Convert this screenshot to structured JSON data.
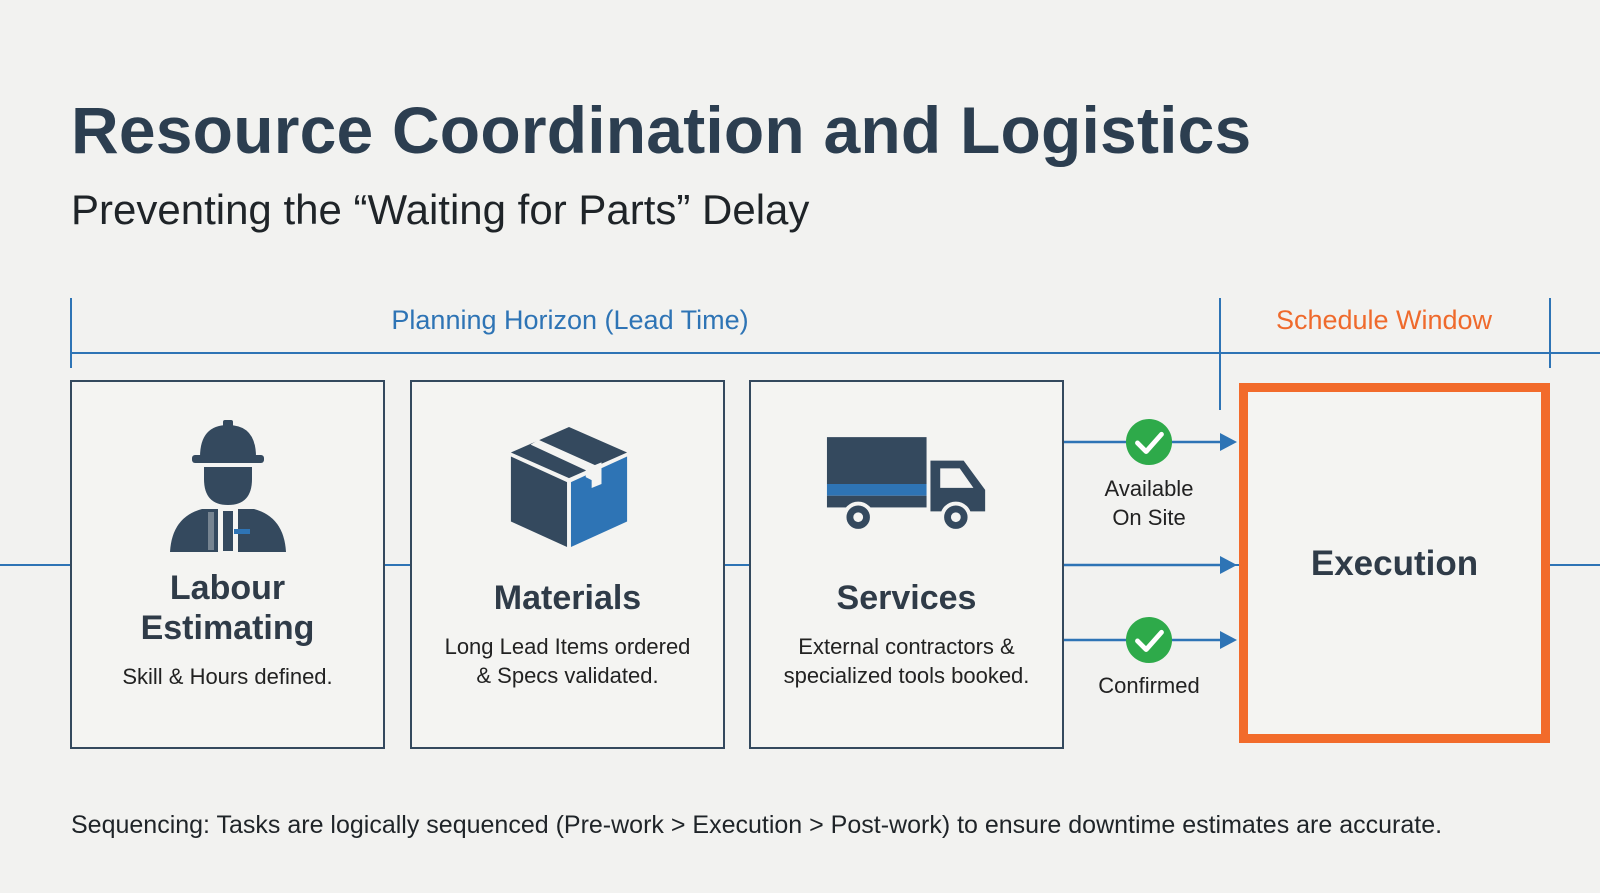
{
  "title": "Resource Coordination and Logistics",
  "subtitle": "Preventing the “Waiting for Parts” Delay",
  "phases": {
    "planning": "Planning Horizon (Lead Time)",
    "schedule": "Schedule Window"
  },
  "stages": [
    {
      "icon": "worker-icon",
      "title_line1": "Labour",
      "title_line2": "Estimating",
      "desc_line1": "Skill & Hours defined.",
      "desc_line2": ""
    },
    {
      "icon": "box-icon",
      "title_line1": "Materials",
      "title_line2": "",
      "desc_line1": "Long Lead Items ordered",
      "desc_line2": "& Specs validated."
    },
    {
      "icon": "truck-icon",
      "title_line1": "Services",
      "title_line2": "",
      "desc_line1": "External contractors &",
      "desc_line2": "specialized tools booked."
    }
  ],
  "statuses": {
    "top_line1": "Available",
    "top_line2": "On Site",
    "bottom": "Confirmed"
  },
  "execution": "Execution",
  "footer": "Sequencing: Tasks are logically sequenced (Pre-work > Execution > Post-work) to ensure downtime estimates are accurate.",
  "colors": {
    "accent_blue": "#2e74b5",
    "accent_orange": "#f26b2b",
    "check_green": "#2eaa4a",
    "dark_navy": "#34495e"
  }
}
